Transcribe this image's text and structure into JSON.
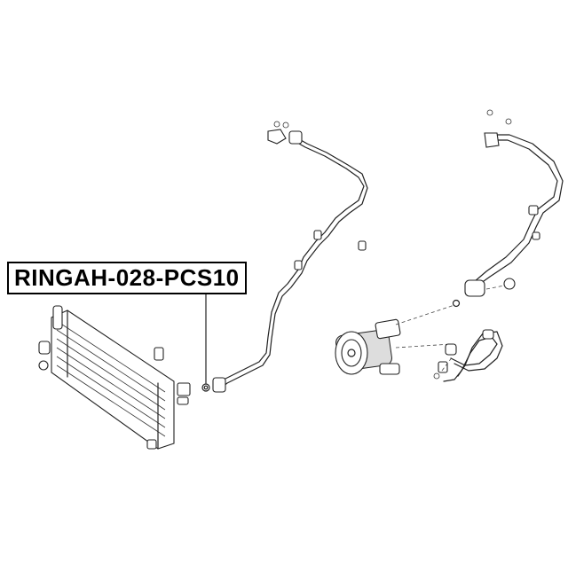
{
  "diagram": {
    "part_label": "RINGAH-028-PCS10",
    "icon_names": [
      "condenser",
      "high-pressure-line",
      "discharge-hose",
      "compressor",
      "suction-hose",
      "o-ring"
    ]
  }
}
